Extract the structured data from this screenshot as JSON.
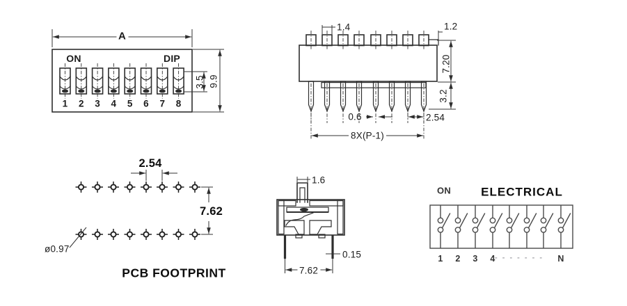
{
  "top_view": {
    "dim_overall_width": "A",
    "on_label": "ON",
    "dip_label": "DIP",
    "switch_numbers": [
      "1",
      "2",
      "3",
      "4",
      "5",
      "6",
      "7",
      "8"
    ],
    "dim_actuator_slot": "3.5",
    "dim_body_depth": "9.9"
  },
  "side_view": {
    "dim_actuator_width": "1.4",
    "dim_top_edge": "1.2",
    "dim_body_height": "7.20",
    "dim_pin_length": "3.2",
    "dim_pin_width": "0.6",
    "dim_pin_pitch": "2.54",
    "dim_pin_span": "8X(P-1)"
  },
  "pcb_footprint": {
    "dim_hole_pitch": "2.54",
    "dim_row_spacing": "7.62",
    "dim_hole_diameter": "ø0.97",
    "title": "PCB FOOTPRINT"
  },
  "section_view": {
    "dim_actuator_width": "1.6",
    "dim_pin_spacing": "7.62",
    "dim_pin_thickness": "0.15"
  },
  "electrical_view": {
    "on_label": "ON",
    "title": "ELECTRICAL",
    "pole_numbers": [
      "1",
      "2",
      "3",
      "4"
    ],
    "continuation_dots": "- - - - - - -",
    "last_pole": "N"
  },
  "colors": {
    "line": "#2e2e2e",
    "schematic_line": "#4a4a4a",
    "text": "#1c1c1c"
  }
}
